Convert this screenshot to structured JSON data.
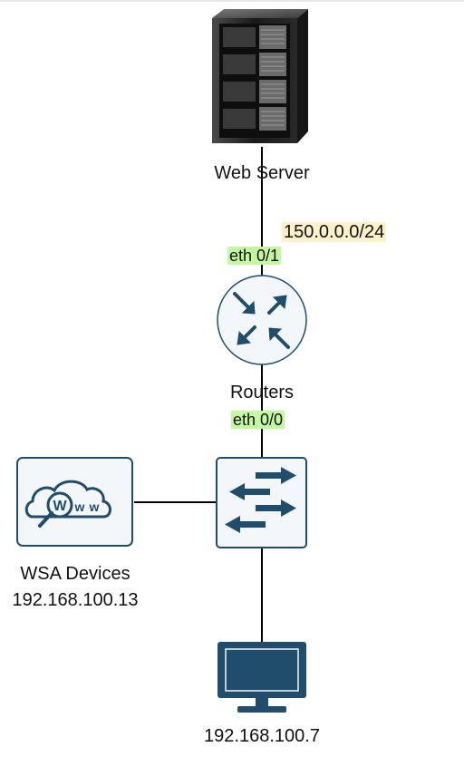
{
  "nodes": {
    "web_server": {
      "label": "Web Server",
      "icon": "server-rack-icon"
    },
    "router": {
      "label": "Routers",
      "icon": "router-arrows-icon"
    },
    "switch": {
      "icon": "switch-arrows-icon"
    },
    "wsa": {
      "label_line1": "WSA Devices",
      "label_line2": "192.168.100.13",
      "icon": "www-cloud-magnifier-icon"
    },
    "pc": {
      "label": "192.168.100.7",
      "icon": "monitor-icon"
    }
  },
  "interfaces": {
    "router_top": "eth 0/1",
    "router_bottom": "eth 0/0"
  },
  "networks": {
    "upstream_subnet": "150.0.0.0/24"
  },
  "colors": {
    "icon_stroke": "#1f4d6b",
    "icon_fill": "#f4f7fa",
    "interface_highlight": "#c3f7a0",
    "subnet_highlight": "#fdf1c9"
  }
}
